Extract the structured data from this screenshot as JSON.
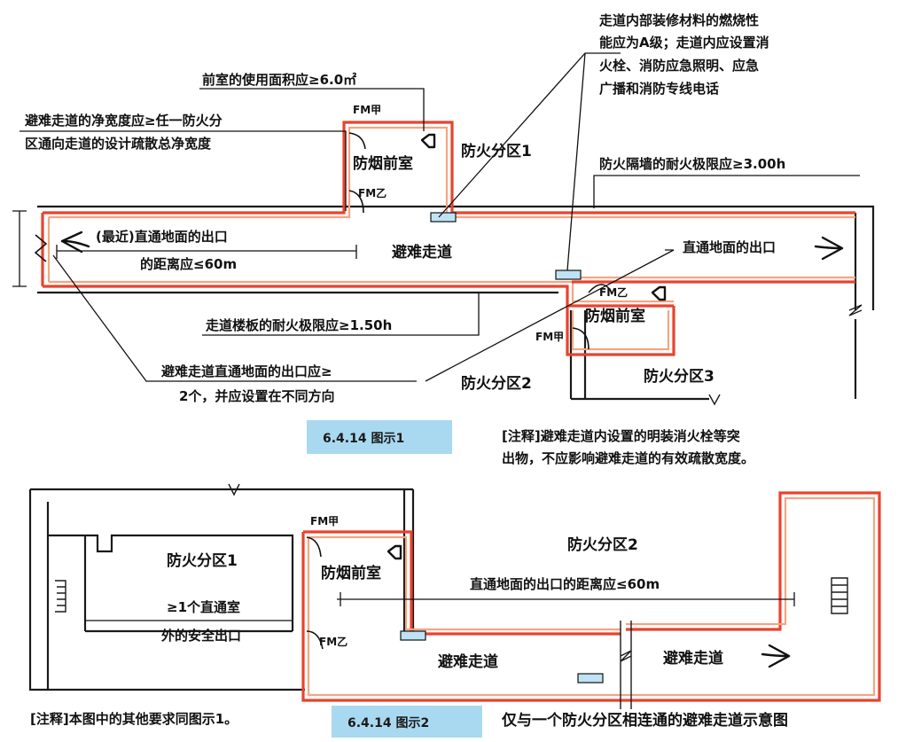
{
  "colors": {
    "corridor_outer": "#e8432e",
    "corridor_inner": "#f4a582",
    "caption_box": "#a9d9f0",
    "cabinet": "#bfe3f4"
  },
  "figure1": {
    "anno_decoration": "走道内部装修材料的燃烧性",
    "anno_decoration_2": "能应为A级；走道内应设置消",
    "anno_decoration_3": "火栓、消防应急照明、应急",
    "anno_decoration_4": "广播和消防专线电话",
    "anno_anteroom_area": "前室的使用面积应≥6.0㎡",
    "anno_width_1": "避难走道的净宽度应≥任一防火分",
    "anno_width_2": "区通向走道的设计疏散总净宽度",
    "fm_a_top": "FM甲",
    "anteroom_1": "防烟前室",
    "fm_b_top": "FM乙",
    "zone_1": "防火分区1",
    "anno_wall": "防火隔墙的耐火极限应≥3.00h",
    "anno_distance_1": "(最近)直通地面的出口",
    "anno_distance_2": "的距离应≤60m",
    "corridor": "避难走道",
    "exit_label": "直通地面的出口",
    "fm_b_bottom": "FM乙",
    "anteroom_2": "防烟前室",
    "fm_a_bottom": "FM甲",
    "anno_floor": "走道楼板的耐火极限应≥1.50h",
    "anno_exits_1": "避难走道直通地面的出口应≥",
    "anno_exits_2": "2个，并应设置在不同方向",
    "zone_2": "防火分区2",
    "zone_3": "防火分区3",
    "caption": "6.4.14 图示1",
    "note_1": "[注释]避难走道内设置的明装消火栓等突",
    "note_2": "出物，不应影响避难走道的有效疏散宽度。"
  },
  "figure2": {
    "fm_a": "FM甲",
    "zone_1": "防火分区1",
    "anteroom": "防烟前室",
    "zone_2": "防火分区2",
    "exit_1": "≥1个直通室",
    "exit_2": "外的安全出口",
    "distance": "直通地面的出口的距离应≤60m",
    "fm_b": "FM乙",
    "corridor_1": "避难走道",
    "corridor_2": "避难走道",
    "note": "[注释]本图中的其他要求同图示1。",
    "caption": "6.4.14 图示2",
    "caption_title": "仅与一个防火分区相连通的避难走道示意图"
  }
}
